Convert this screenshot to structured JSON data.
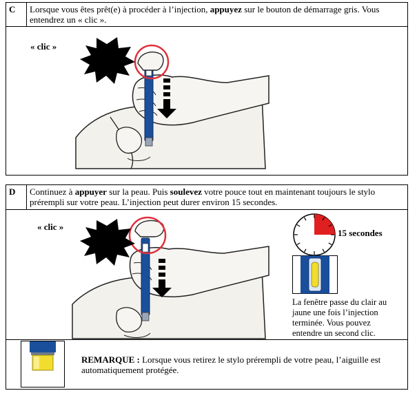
{
  "step_c": {
    "letter": "C",
    "text_before": "Lorsque vous êtes prêt(e) à procéder à l’injection, ",
    "text_bold": "appuyez",
    "text_after": " sur le bouton de démarrage gris. Vous entendrez un « clic ».",
    "clic_label": "« clic »"
  },
  "step_d": {
    "letter": "D",
    "text_a": "Continuez à ",
    "text_b": "appuyer",
    "text_c": " sur la peau. Puis ",
    "text_d": "soulevez",
    "text_e": " votre pouce tout en maintenant toujours le stylo prérempli sur votre peau. L’injection peut durer environ 15 secondes.",
    "clic_label": "« clic »",
    "timer_label": "15 secondes",
    "window_note": "La fenêtre passe du clair au jaune une fois l’injection terminée. Vous pouvez entendre un second clic."
  },
  "remark": {
    "label": "REMARQUE :",
    "text": " Lorsque vous retirez le stylo prérempli de votre peau, l’aiguille est automatiquement protégée."
  },
  "colors": {
    "pen_blue": "#1a4f9c",
    "window_yellow": "#f2dc2e",
    "timer_red": "#e02020",
    "circle_red": "#e0303c",
    "skin": "#f2efe9"
  }
}
